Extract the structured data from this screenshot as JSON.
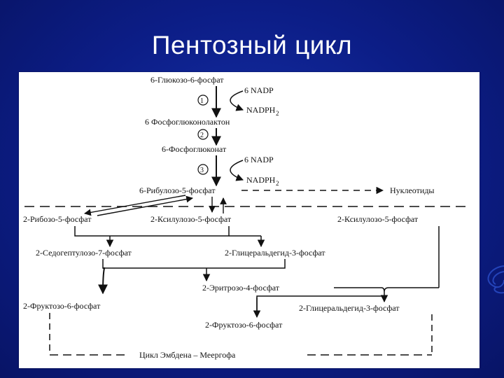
{
  "slide": {
    "title": "Пентозный цикл",
    "background": "#0a1a78"
  },
  "diagram": {
    "glucose6p": "6-Глюкозо-6-фосфат",
    "nadp1": "6 NADP",
    "nadph1": "NADPH",
    "sub1": "2",
    "step1": "1",
    "phosphogluconolactone": "6 Фосфоглюконолактон",
    "step2": "2",
    "phosphogluconate": "6-Фосфоглюконат",
    "nadp2": "6 NADP",
    "step3": "3",
    "nadph2": "NADPH",
    "sub2": "2",
    "ribulose5p": "6-Рибулозо-5-фосфат",
    "nucleotides": "Нуклеотиды",
    "ribose5p": "2-Рибозо-5-фосфат",
    "xylulose5p_left": "2-Ксилулозо-5-фосфат",
    "xylulose5p_right": "2-Ксилулозо-5-фосфат",
    "sedoheptulose7p": "2-Седогептулозо-7-фосфат",
    "glyceraldehyde3p_top": "2-Глицеральдегид-3-фосфат",
    "erythrose4p": "2-Эритрозо-4-фосфат",
    "fructose6p_left": "2-Фруктозо-6-фосфат",
    "glyceraldehyde3p_bottom": "2-Глицеральдегид-3-фосфат",
    "fructose6p_center": "2-Фруктозо-6-фосфат",
    "embden_meyerhof": "Цикл Эмбдена – Меергофа"
  }
}
